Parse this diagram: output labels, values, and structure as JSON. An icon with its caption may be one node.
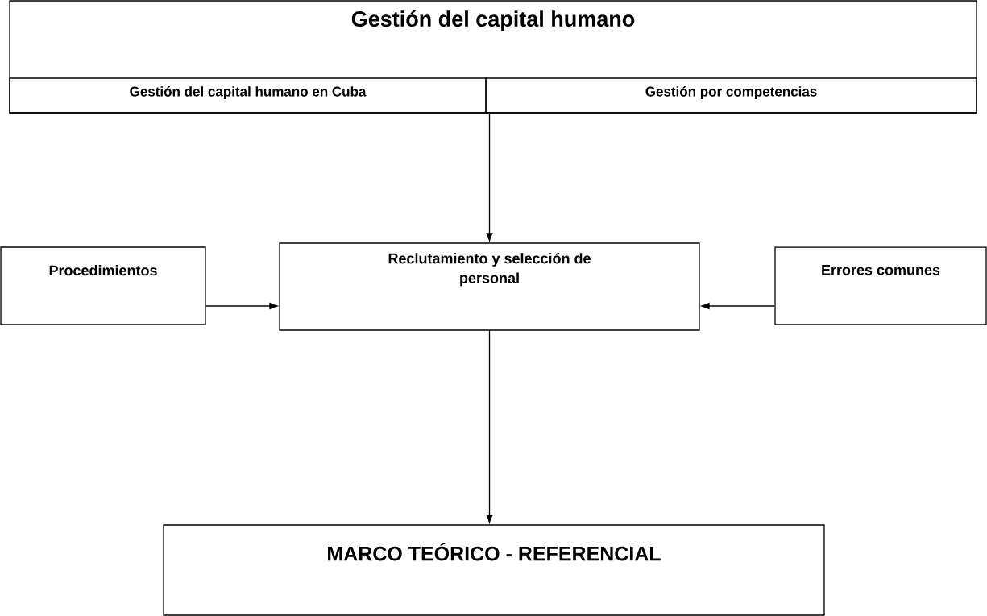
{
  "diagram": {
    "nodes": [
      {
        "text": [
          "Gestión del capital humano"
        ]
      },
      {
        "text": [
          "Gestión del capital humano en Cuba"
        ],
        "in": 0
      },
      {
        "text": [
          "Gestión por competencias"
        ],
        "in": 0
      },
      {
        "text": [
          "Procedimientos"
        ]
      },
      {
        "text": [
          "Reclutamiento y selección de personal"
        ]
      },
      {
        "text": [
          "Errores comunes"
        ]
      },
      {
        "text": [
          "MARCO TEÓRICO - REFERENCIAL"
        ]
      }
    ],
    "edges": [
      {
        "from": 0,
        "to": 4,
        "arrow": "to"
      },
      {
        "from": 3,
        "to": 4,
        "arrow": "to"
      },
      {
        "from": 5,
        "to": 4,
        "arrow": "to"
      },
      {
        "from": 4,
        "to": 6,
        "arrow": "to"
      }
    ]
  }
}
